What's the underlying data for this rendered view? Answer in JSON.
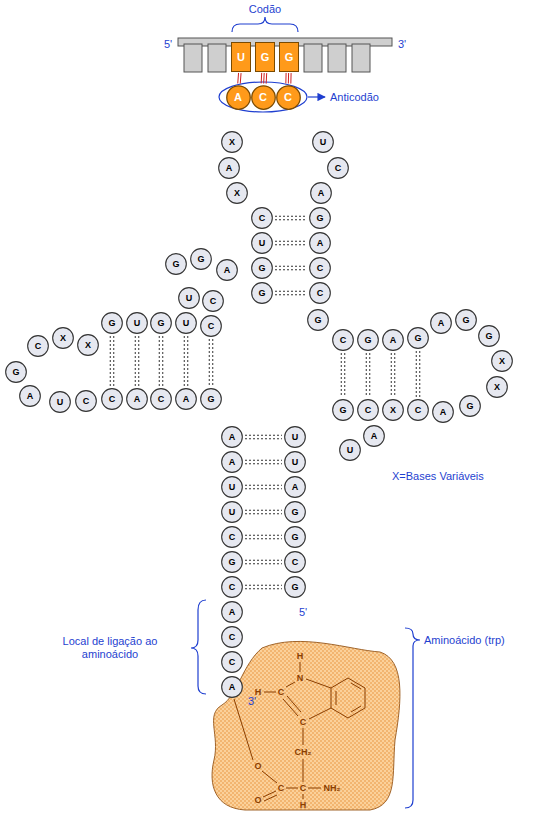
{
  "diagram": {
    "nodes": [
      {
        "text": [
          "U"
        ]
      },
      {
        "text": [
          "G"
        ]
      },
      {
        "text": [
          "G"
        ]
      },
      {
        "text": [
          "A"
        ]
      },
      {
        "text": [
          "C"
        ]
      },
      {
        "text": [
          "C"
        ]
      },
      {
        "text": [
          "X"
        ]
      },
      {
        "text": [
          "A"
        ]
      },
      {
        "text": [
          "X"
        ]
      },
      {
        "text": [
          "U"
        ]
      },
      {
        "text": [
          "C"
        ]
      },
      {
        "text": [
          "A"
        ]
      },
      {
        "text": [
          "C"
        ]
      },
      {
        "text": [
          "U"
        ]
      },
      {
        "text": [
          "G"
        ]
      },
      {
        "text": [
          "G"
        ]
      },
      {
        "text": [
          "G"
        ]
      },
      {
        "text": [
          "A"
        ]
      },
      {
        "text": [
          "C"
        ]
      },
      {
        "text": [
          "C"
        ]
      },
      {
        "text": [
          "G"
        ]
      },
      {
        "text": [
          "G"
        ]
      },
      {
        "text": [
          "A"
        ]
      },
      {
        "text": [
          "U"
        ]
      },
      {
        "text": [
          "C"
        ]
      },
      {
        "text": [
          "G"
        ]
      },
      {
        "text": [
          "U"
        ]
      },
      {
        "text": [
          "G"
        ]
      },
      {
        "text": [
          "U"
        ]
      },
      {
        "text": [
          "C"
        ]
      },
      {
        "text": [
          "C"
        ]
      },
      {
        "text": [
          "X"
        ]
      },
      {
        "text": [
          "X"
        ]
      },
      {
        "text": [
          "G"
        ]
      },
      {
        "text": [
          "A"
        ]
      },
      {
        "text": [
          "U"
        ]
      },
      {
        "text": [
          "C"
        ]
      },
      {
        "text": [
          "C"
        ]
      },
      {
        "text": [
          "A"
        ]
      },
      {
        "text": [
          "C"
        ]
      },
      {
        "text": [
          "A"
        ]
      },
      {
        "text": [
          "G"
        ]
      },
      {
        "text": [
          "G"
        ]
      },
      {
        "text": [
          "C"
        ]
      },
      {
        "text": [
          "G"
        ]
      },
      {
        "text": [
          "A"
        ]
      },
      {
        "text": [
          "G"
        ]
      },
      {
        "text": [
          "A"
        ]
      },
      {
        "text": [
          "G"
        ]
      },
      {
        "text": [
          "G"
        ]
      },
      {
        "text": [
          "X"
        ]
      },
      {
        "text": [
          "X"
        ]
      },
      {
        "text": [
          "G"
        ]
      },
      {
        "text": [
          "C"
        ]
      },
      {
        "text": [
          "X"
        ]
      },
      {
        "text": [
          "C"
        ]
      },
      {
        "text": [
          "A"
        ]
      },
      {
        "text": [
          "G"
        ]
      },
      {
        "text": [
          "U"
        ]
      },
      {
        "text": [
          "A"
        ]
      },
      {
        "text": [
          "A"
        ]
      },
      {
        "text": [
          "A"
        ]
      },
      {
        "text": [
          "U"
        ]
      },
      {
        "text": [
          "U"
        ]
      },
      {
        "text": [
          "C"
        ]
      },
      {
        "text": [
          "G"
        ]
      },
      {
        "text": [
          "C"
        ]
      },
      {
        "text": [
          "U"
        ]
      },
      {
        "text": [
          "U"
        ]
      },
      {
        "text": [
          "A"
        ]
      },
      {
        "text": [
          "G"
        ]
      },
      {
        "text": [
          "G"
        ]
      },
      {
        "text": [
          "C"
        ]
      },
      {
        "text": [
          "G"
        ]
      },
      {
        "text": [
          "A"
        ]
      },
      {
        "text": [
          "C"
        ]
      },
      {
        "text": [
          "C"
        ]
      },
      {
        "text": [
          "A"
        ]
      }
    ],
    "edges": [
      {
        "from": 0,
        "to": 3,
        "arrow": "none"
      },
      {
        "from": 1,
        "to": 4,
        "arrow": "none"
      },
      {
        "from": 2,
        "to": 5,
        "arrow": "none"
      },
      {
        "from": 12,
        "to": 16,
        "arrow": "none"
      },
      {
        "from": 13,
        "to": 17,
        "arrow": "none"
      },
      {
        "from": 14,
        "to": 18,
        "arrow": "none"
      },
      {
        "from": 15,
        "to": 19,
        "arrow": "none"
      },
      {
        "from": 25,
        "to": 37,
        "arrow": "none"
      },
      {
        "from": 26,
        "to": 38,
        "arrow": "none"
      },
      {
        "from": 27,
        "to": 39,
        "arrow": "none"
      },
      {
        "from": 28,
        "to": 40,
        "arrow": "none"
      },
      {
        "from": 29,
        "to": 41,
        "arrow": "none"
      },
      {
        "from": 43,
        "to": 52,
        "arrow": "none"
      },
      {
        "from": 44,
        "to": 53,
        "arrow": "none"
      },
      {
        "from": 45,
        "to": 54,
        "arrow": "none"
      },
      {
        "from": 46,
        "to": 55,
        "arrow": "none"
      },
      {
        "from": 60,
        "to": 67,
        "arrow": "none"
      },
      {
        "from": 61,
        "to": 68,
        "arrow": "none"
      },
      {
        "from": 62,
        "to": 69,
        "arrow": "none"
      },
      {
        "from": 63,
        "to": 70,
        "arrow": "none"
      },
      {
        "from": 64,
        "to": 71,
        "arrow": "none"
      },
      {
        "from": 65,
        "to": 72,
        "arrow": "none"
      },
      {
        "from": 66,
        "to": 73,
        "arrow": "none"
      }
    ],
    "labels": [
      "Codão",
      "5'",
      "3'",
      "Anticodão",
      "X=Bases Variáveis",
      "5'",
      "Local de ligação ao aminoácido",
      "3'",
      "Aminoácido (trp)",
      "H",
      "N",
      "H",
      "C",
      "C",
      "CH₂",
      "O",
      "O",
      "C",
      "C",
      "NH₂",
      "H"
    ]
  }
}
